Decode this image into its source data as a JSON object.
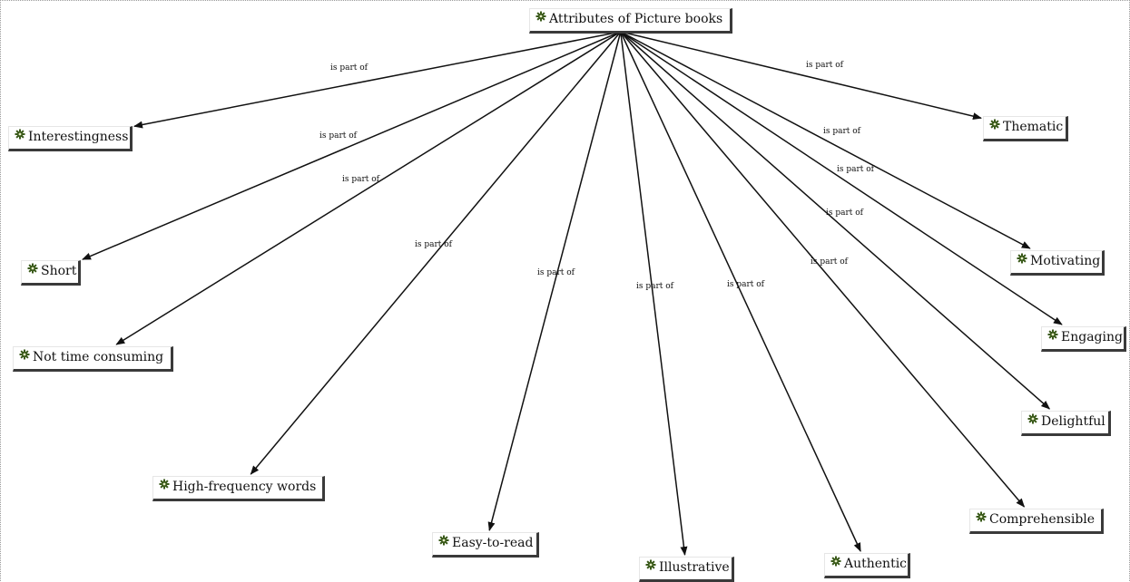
{
  "root": {
    "id": "root",
    "label": "Attributes of Picture books",
    "icon": "concept-gear-icon"
  },
  "link_label": "is part of",
  "children": [
    {
      "id": "interestingness",
      "label": "Interestingness",
      "icon": "concept-gear-icon"
    },
    {
      "id": "short",
      "label": "Short",
      "icon": "concept-gear-icon"
    },
    {
      "id": "not-time-consuming",
      "label": "Not time consuming",
      "icon": "concept-gear-icon"
    },
    {
      "id": "high-frequency-words",
      "label": "High-frequency words",
      "icon": "concept-gear-icon"
    },
    {
      "id": "easy-to-read",
      "label": "Easy-to-read",
      "icon": "concept-gear-icon"
    },
    {
      "id": "illustrative",
      "label": "Illustrative",
      "icon": "concept-gear-icon"
    },
    {
      "id": "authentic",
      "label": "Authentic",
      "icon": "concept-gear-icon"
    },
    {
      "id": "comprehensible",
      "label": "Comprehensible",
      "icon": "concept-gear-icon"
    },
    {
      "id": "delightful",
      "label": "Delightful",
      "icon": "concept-gear-icon"
    },
    {
      "id": "engaging",
      "label": "Engaging",
      "icon": "concept-gear-icon"
    },
    {
      "id": "motivating",
      "label": "Motivating",
      "icon": "concept-gear-icon"
    },
    {
      "id": "thematic",
      "label": "Thematic",
      "icon": "concept-gear-icon"
    }
  ]
}
